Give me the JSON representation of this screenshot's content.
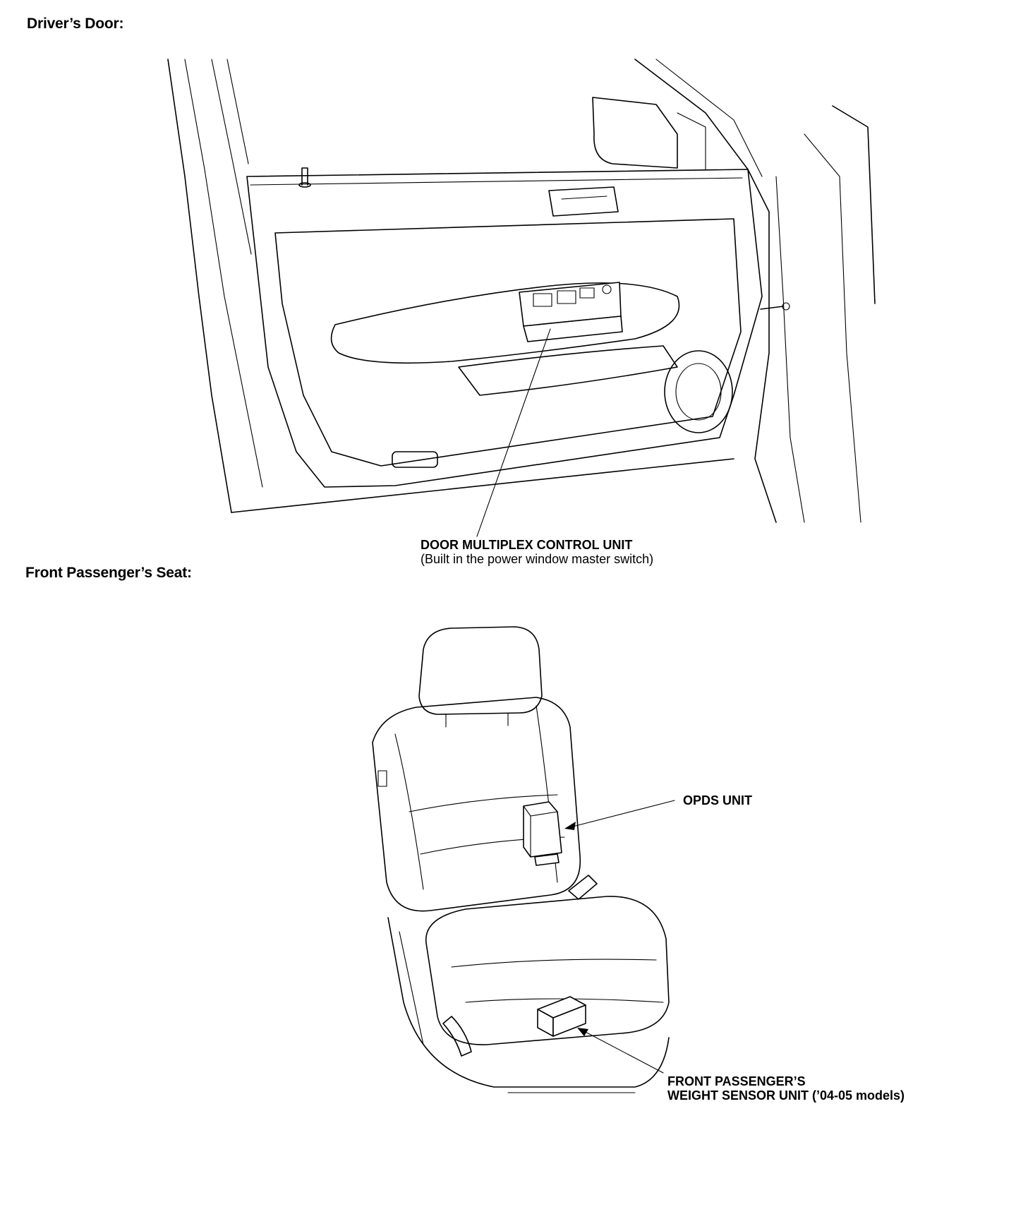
{
  "sections": {
    "drivers_door": {
      "heading": "Driver’s Door:",
      "callout_title": "DOOR MULTIPLEX CONTROL UNIT",
      "callout_note": "(Built in the power window master switch)"
    },
    "passenger_seat": {
      "heading": "Front Passenger’s Seat:",
      "opds_label": "OPDS UNIT",
      "weight_sensor_line1": "FRONT PASSENGER’S",
      "weight_sensor_line2": "WEIGHT SENSOR UNIT (’04-05 models)"
    }
  }
}
